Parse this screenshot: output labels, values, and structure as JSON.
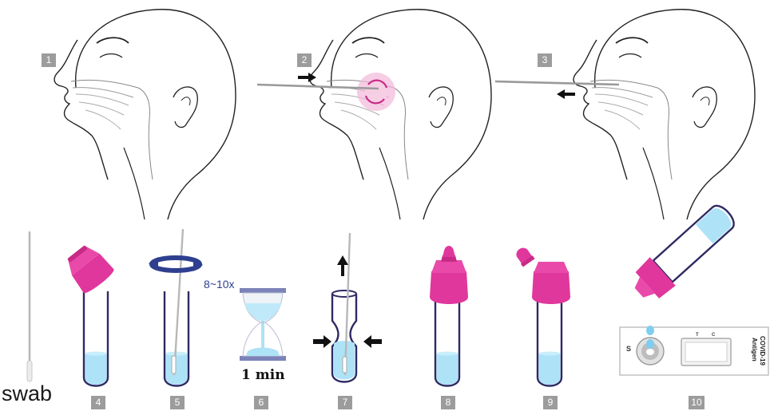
{
  "steps": [
    "1",
    "2",
    "3",
    "4",
    "5",
    "6",
    "7",
    "8",
    "9",
    "10"
  ],
  "labels": {
    "swab": "swab",
    "rotations": "8~10x",
    "wait_time": "1 min"
  },
  "cassette": {
    "sample_well": "S",
    "test_line": "T",
    "control_line": "C",
    "brand_line1": "COVID-19",
    "brand_line2": "Antigen"
  },
  "colors": {
    "cap_magenta": "#e0379c",
    "liquid_blue": "#aee2f6",
    "tube_outline": "#2e2a63",
    "rotation_blue": "#2e3f8f",
    "nasal_highlight": "#f2b8d8",
    "badge_gray": "#9c9c9c"
  }
}
